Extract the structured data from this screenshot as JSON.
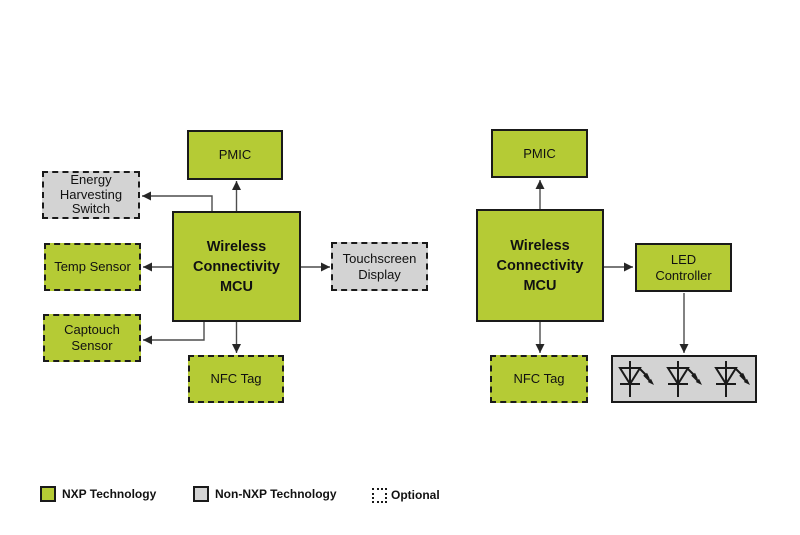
{
  "colors": {
    "nxp_green": "#b5cb35",
    "non_nxp_gray": "#d3d3d3",
    "box_border": "#1a1a1a",
    "connector_line": "#4d4d4d",
    "background": "#ffffff"
  },
  "left_diagram": {
    "pmic": "PMIC",
    "energy_harvesting_switch": "Energy\nHarvesting\nSwitch",
    "temp_sensor": "Temp Sensor",
    "mcu": "Wireless\nConnectivity\nMCU",
    "touchscreen_display": "Touchscreen\nDisplay",
    "captouch_sensor": "Captouch\nSensor",
    "nfc_tag": "NFC Tag"
  },
  "right_diagram": {
    "pmic": "PMIC",
    "mcu": "Wireless\nConnectivity\nMCU",
    "led_controller": "LED\nController",
    "nfc_tag": "NFC Tag",
    "led_box_icons": [
      "led-diode-icon",
      "led-diode-icon",
      "led-diode-icon"
    ]
  },
  "legend": {
    "items": [
      {
        "label": "NXP Technology",
        "swatch": "nxp-green"
      },
      {
        "label": "Non-NXP Technology",
        "swatch": "non-nxp-gray"
      },
      {
        "label": "Optional",
        "swatch": "dotted-optional"
      }
    ]
  }
}
